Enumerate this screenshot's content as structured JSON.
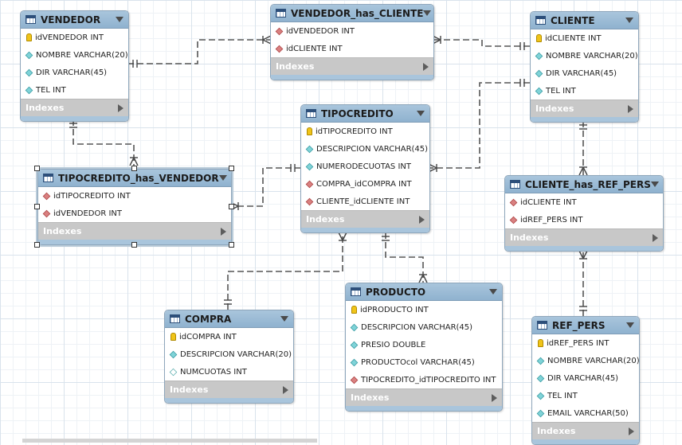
{
  "diagram": {
    "indexes_label": "Indexes",
    "tables": [
      {
        "key": "vendedor",
        "name": "VENDEDOR",
        "cols": [
          {
            "text": "idVENDEDOR INT",
            "icon": "pk"
          },
          {
            "text": "NOMBRE VARCHAR(20)",
            "icon": "col"
          },
          {
            "text": "DIR VARCHAR(45)",
            "icon": "col"
          },
          {
            "text": "TEL INT",
            "icon": "col"
          }
        ]
      },
      {
        "key": "vendedor_has_cliente",
        "name": "VENDEDOR_has_CLIENTE",
        "cols": [
          {
            "text": "idVENDEDOR INT",
            "icon": "fk"
          },
          {
            "text": "idCLIENTE INT",
            "icon": "fk"
          }
        ]
      },
      {
        "key": "cliente",
        "name": "CLIENTE",
        "cols": [
          {
            "text": "idCLIENTE INT",
            "icon": "pk"
          },
          {
            "text": "NOMBRE VARCHAR(20)",
            "icon": "col"
          },
          {
            "text": "DIR VARCHAR(45)",
            "icon": "col"
          },
          {
            "text": "TEL INT",
            "icon": "col"
          }
        ]
      },
      {
        "key": "tipocredito",
        "name": "TIPOCREDITO",
        "cols": [
          {
            "text": "idTIPOCREDITO INT",
            "icon": "pk"
          },
          {
            "text": "DESCRIPCION VARCHAR(45)",
            "icon": "col"
          },
          {
            "text": "NUMERODECUOTAS INT",
            "icon": "col"
          },
          {
            "text": "COMPRA_idCOMPRA INT",
            "icon": "fk"
          },
          {
            "text": "CLIENTE_idCLIENTE INT",
            "icon": "fk"
          }
        ]
      },
      {
        "key": "tipocredito_has_vendedor",
        "name": "TIPOCREDITO_has_VENDEDOR",
        "cols": [
          {
            "text": "idTIPOCREDITO INT",
            "icon": "fk"
          },
          {
            "text": "idVENDEDOR INT",
            "icon": "fk"
          }
        ]
      },
      {
        "key": "cliente_has_ref_pers",
        "name": "CLIENTE_has_REF_PERS",
        "cols": [
          {
            "text": "idCLIENTE INT",
            "icon": "fk"
          },
          {
            "text": "idREF_PERS INT",
            "icon": "fk"
          }
        ]
      },
      {
        "key": "compra",
        "name": "COMPRA",
        "cols": [
          {
            "text": "idCOMPRA INT",
            "icon": "pk"
          },
          {
            "text": "DESCRIPCION VARCHAR(20)",
            "icon": "col"
          },
          {
            "text": "NUMCUOTAS INT",
            "icon": "colw"
          }
        ]
      },
      {
        "key": "producto",
        "name": "PRODUCTO",
        "cols": [
          {
            "text": "idPRODUCTO INT",
            "icon": "pk"
          },
          {
            "text": "DESCRIPCION VARCHAR(45)",
            "icon": "col"
          },
          {
            "text": "PRESIO DOUBLE",
            "icon": "col"
          },
          {
            "text": "PRODUCTOcol VARCHAR(45)",
            "icon": "col"
          },
          {
            "text": "TIPOCREDITO_idTIPOCREDITO INT",
            "icon": "fk"
          }
        ]
      },
      {
        "key": "ref_pers",
        "name": "REF_PERS",
        "cols": [
          {
            "text": "idREF_PERS INT",
            "icon": "pk"
          },
          {
            "text": "NOMBRE VARCHAR(20)",
            "icon": "col"
          },
          {
            "text": "DIR VARCHAR(45)",
            "icon": "col"
          },
          {
            "text": "TEL INT",
            "icon": "col"
          },
          {
            "text": "EMAIL VARCHAR(50)",
            "icon": "col"
          }
        ]
      }
    ]
  }
}
